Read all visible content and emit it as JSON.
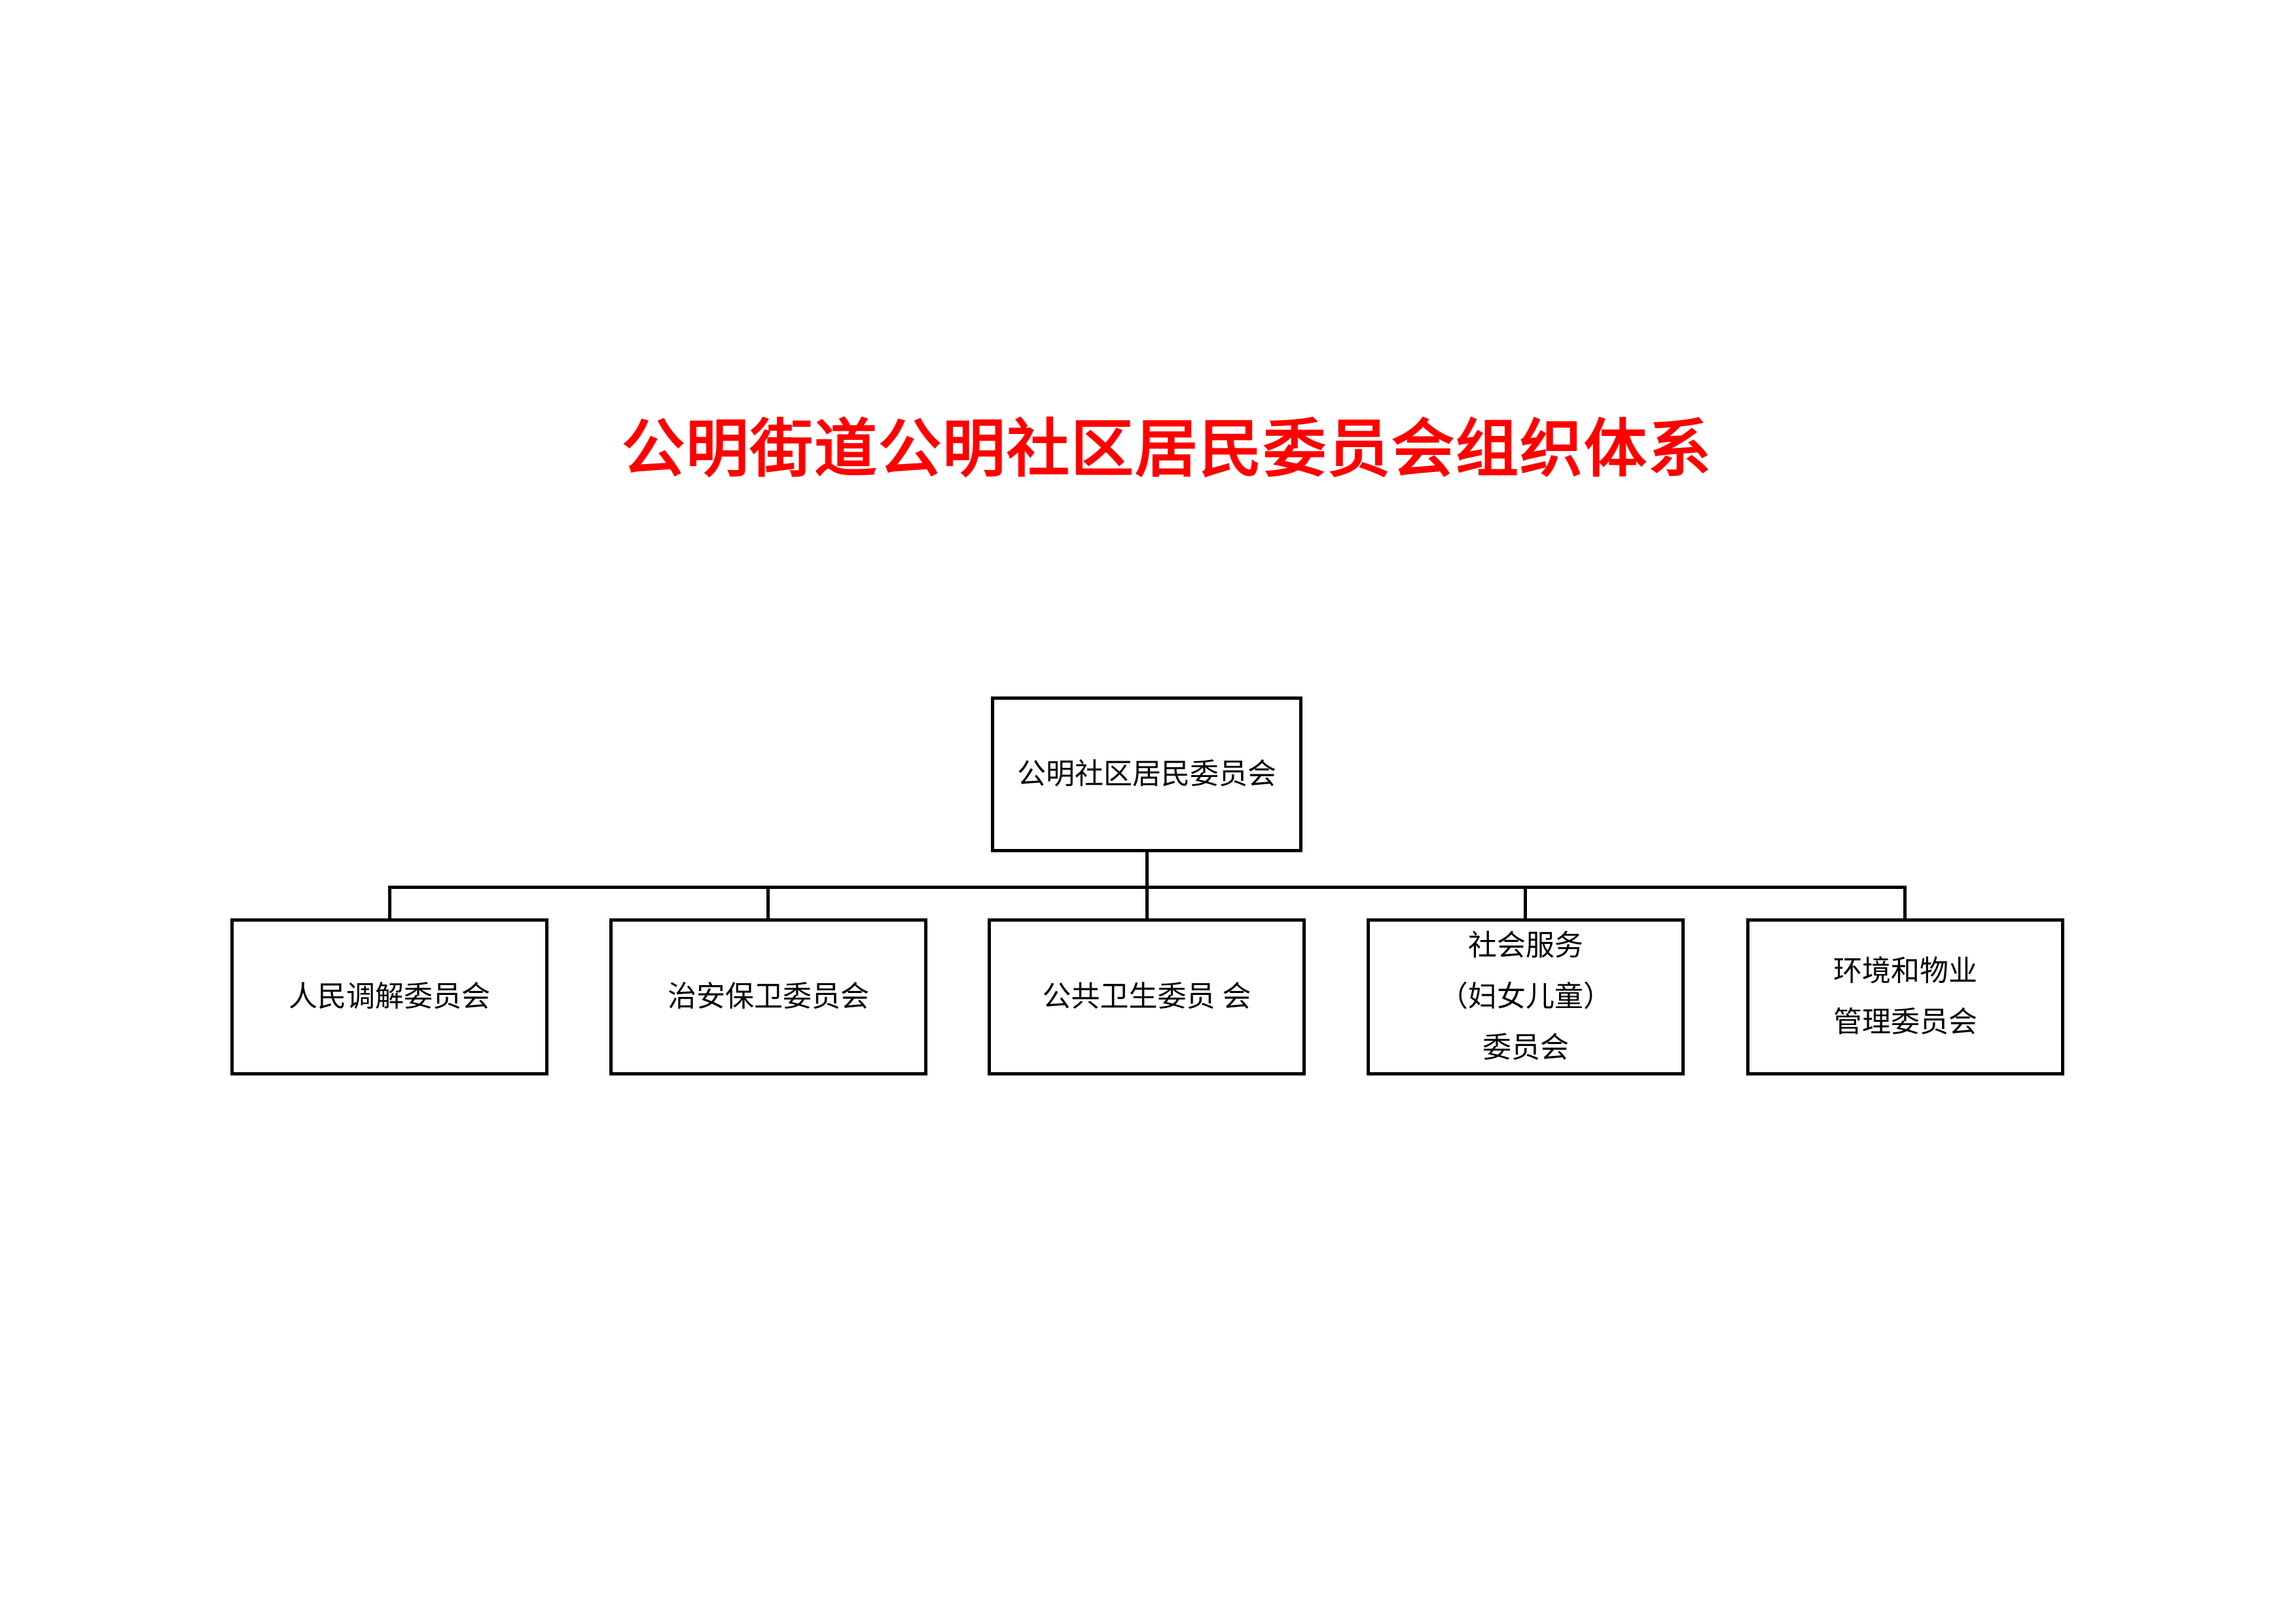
{
  "page": {
    "title": "公明街道公明社区居民委员会组织体系"
  },
  "colors": {
    "title_text": "#FF0000",
    "line_and_border": "#000000",
    "background": "#FFFFFF"
  },
  "org": {
    "root": {
      "label": "公明社区居民委员会"
    },
    "children": [
      {
        "lines": [
          "人民调解委员会"
        ]
      },
      {
        "lines": [
          "治安保卫委员会"
        ]
      },
      {
        "lines": [
          "公共卫生委员 会"
        ]
      },
      {
        "lines": [
          "社会服务",
          "（妇女儿童）",
          "委员会"
        ]
      },
      {
        "lines": [
          "环境和物业",
          "管理委员会"
        ]
      }
    ]
  }
}
